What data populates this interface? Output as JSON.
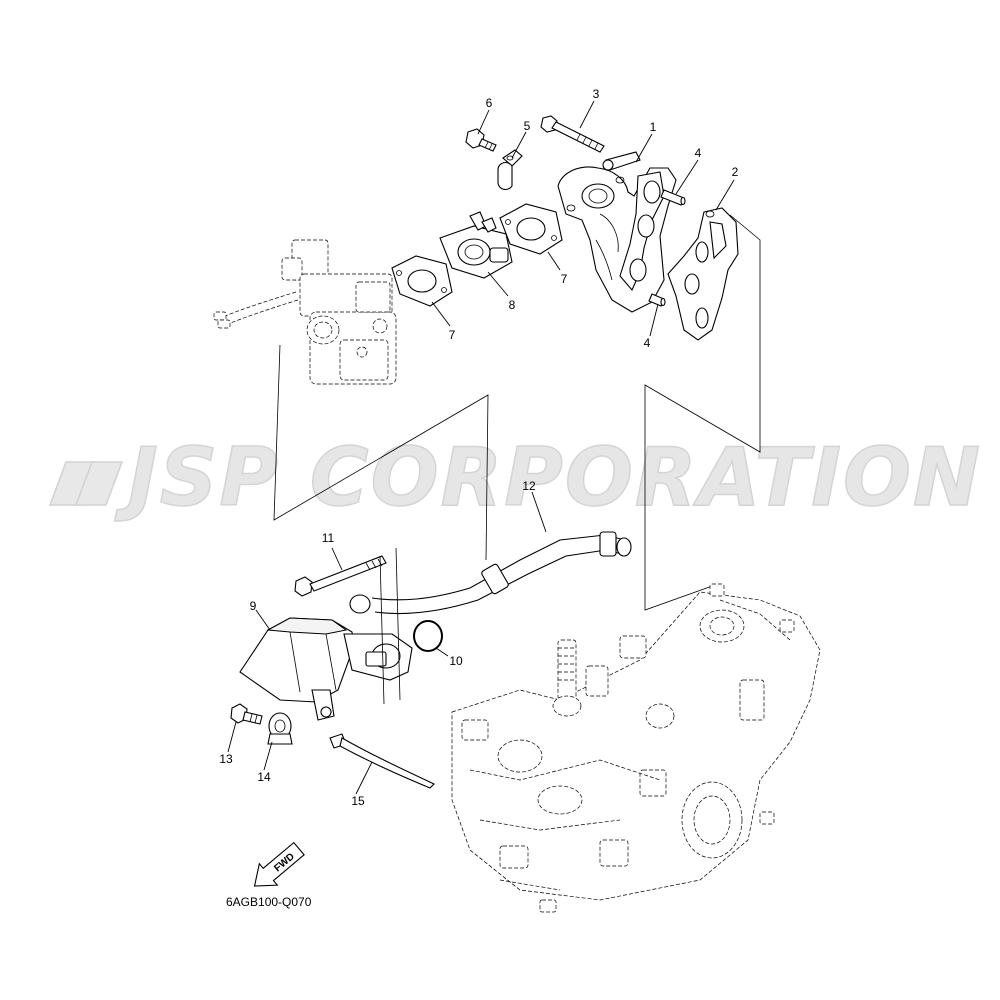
{
  "watermark": {
    "text": "JSP CORPORATION"
  },
  "callouts": [
    {
      "id": "c1",
      "label": "1"
    },
    {
      "id": "c2",
      "label": "2"
    },
    {
      "id": "c3",
      "label": "3"
    },
    {
      "id": "c4a",
      "label": "4"
    },
    {
      "id": "c4b",
      "label": "4"
    },
    {
      "id": "c5",
      "label": "5"
    },
    {
      "id": "c6",
      "label": "6"
    },
    {
      "id": "c7a",
      "label": "7"
    },
    {
      "id": "c7b",
      "label": "7"
    },
    {
      "id": "c8",
      "label": "8"
    },
    {
      "id": "c9",
      "label": "9"
    },
    {
      "id": "c10",
      "label": "10"
    },
    {
      "id": "c11",
      "label": "11"
    },
    {
      "id": "c12",
      "label": "12"
    },
    {
      "id": "c13",
      "label": "13"
    },
    {
      "id": "c14",
      "label": "14"
    },
    {
      "id": "c15",
      "label": "15"
    }
  ],
  "fwd_arrow": {
    "label": "FWD"
  },
  "diagram_code": "6AGB100-Q070"
}
